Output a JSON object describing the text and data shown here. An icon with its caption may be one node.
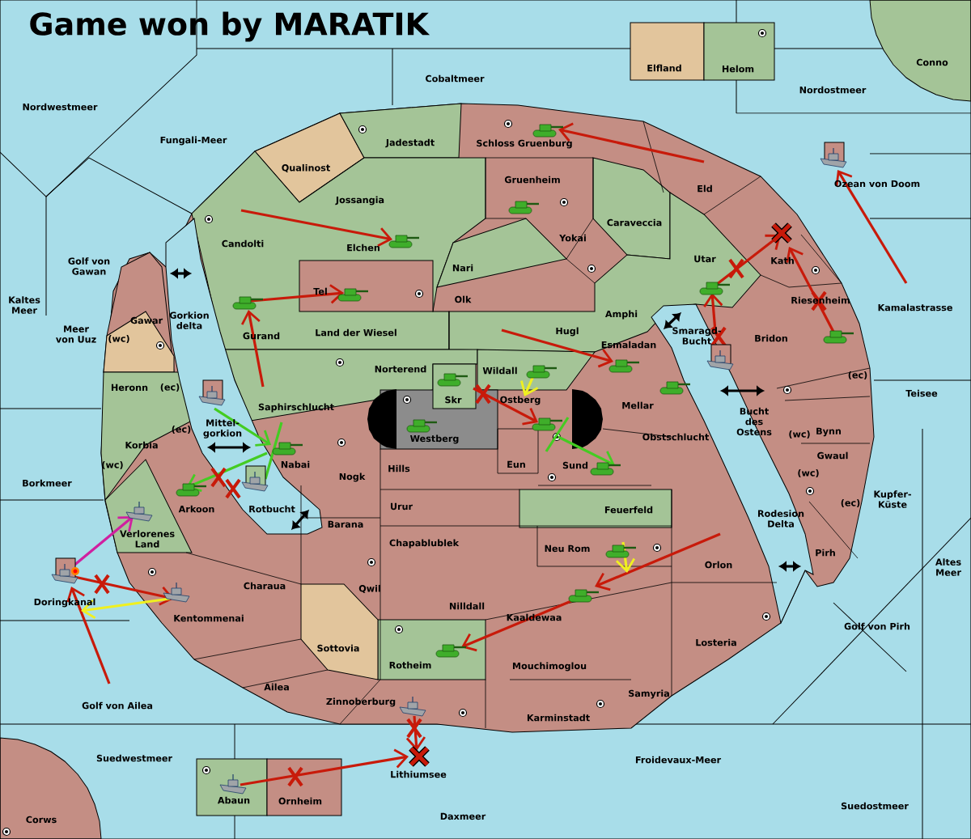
{
  "diagram": {
    "title": "Game won by MARATIK",
    "labels": [
      "Nordwestmeer",
      "Cobaltmeer",
      "Elfland",
      "Helom",
      "Conno",
      "Nordostmeer",
      "Fungali-Meer",
      "Jadestadt",
      "Schloss Gruenburg",
      "Qualinost",
      "Gruenheim",
      "Ozean von Doom",
      "Eld",
      "Jossangia",
      "Caraveccia",
      "Yokai",
      "Candolti",
      "Elchen",
      "Utar",
      "Kath",
      "Golf von Gawan",
      "Nari",
      "Tel",
      "Olk",
      "Riesenheim",
      "Kaltes Meer",
      "Kamalastrasse",
      "Gorkion delta",
      "Gawar",
      "Amphi",
      "Meer von Uuz",
      "(wc)",
      "Gurand",
      "Land der Wiesel",
      "Hugl",
      "Smaragd-Bucht",
      "Bridon",
      "Esmaladan",
      "Norterend",
      "Wildall",
      "(ec)",
      "Heronn",
      "(ec)",
      "Teisee",
      "Saphirschlucht",
      "Skr",
      "Ostberg",
      "Mellar",
      "Korbia",
      "(ec)",
      "Mittel-gorkion",
      "Westberg",
      "Obstschlucht",
      "Bucht des Ostens",
      "(wc)",
      "Bynn",
      "(wc)",
      "Nabai",
      "Hills",
      "Eun",
      "Sund",
      "(wc)",
      "Gwaul",
      "Borkmeer",
      "Nogk",
      "Arkoon",
      "Rotbucht",
      "Urur",
      "Feuerfeld",
      "Rodesion Delta",
      "(ec)",
      "Kupfer-Küste",
      "Barana",
      "Verlorenes Land",
      "Chapablublek",
      "Neu Rom",
      "Pirh",
      "Orlon",
      "Altes Meer",
      "Charaua",
      "Qwil",
      "Doringkanal",
      "Nilldall",
      "Kentommenai",
      "Kaaldewaa",
      "Golf von Pirh",
      "Losteria",
      "Sottovia",
      "Rotheim",
      "Mouchimoglou",
      "Ailea",
      "Samyria",
      "Golf von Ailea",
      "Zinnoberburg",
      "Karminstadt",
      "Suedwestmeer",
      "Froidevaux-Meer",
      "Lithiumsee",
      "Abaun",
      "Ornheim",
      "Suedostmeer",
      "Daxmeer",
      "Corws"
    ]
  }
}
